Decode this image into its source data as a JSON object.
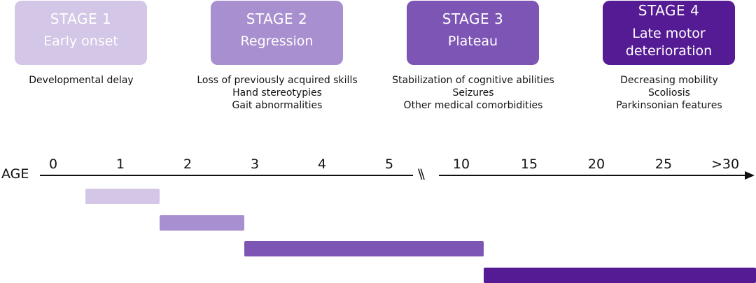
{
  "stages": [
    {
      "title": "STAGE 1",
      "subtitle_lines": [
        "Early onset"
      ],
      "color": "#d3c6e6",
      "text_color": "#ffffff",
      "descriptions": [
        "Developmental delay"
      ]
    },
    {
      "title": "STAGE 2",
      "subtitle_lines": [
        "Regression"
      ],
      "color": "#a88fcf",
      "text_color": "#ffffff",
      "descriptions": [
        "Loss of previously acquired skills",
        "Hand stereotypies",
        "Gait abnormalities"
      ]
    },
    {
      "title": "STAGE 3",
      "subtitle_lines": [
        "Plateau"
      ],
      "color": "#7d55b5",
      "text_color": "#ffffff",
      "descriptions": [
        "Stabilization of cognitive abilities",
        "Seizures",
        "Other medical comorbidities"
      ]
    },
    {
      "title": "STAGE 4",
      "subtitle_lines": [
        "Late motor",
        "deterioration"
      ],
      "color": "#551b94",
      "text_color": "#ffffff",
      "descriptions": [
        "Decreasing mobility",
        "Scoliosis",
        "Parkinsonian features"
      ]
    }
  ],
  "axis": {
    "label": "AGE",
    "ticks": [
      "0",
      "1",
      "2",
      "3",
      "4",
      "5",
      "10",
      "15",
      "20",
      "25",
      ">30"
    ],
    "break_symbol": "\\\\"
  },
  "timeline_bars": [
    {
      "stage": "STAGE 1",
      "start_age": 0.5,
      "end_age": 1.6
    },
    {
      "stage": "STAGE 2",
      "start_age": 1.6,
      "end_age": 2.9
    },
    {
      "stage": "STAGE 3",
      "start_age": 2.9,
      "end_age": 11.5
    },
    {
      "stage": "STAGE 4",
      "start_age": 11.5,
      "end_age": ">30"
    }
  ]
}
